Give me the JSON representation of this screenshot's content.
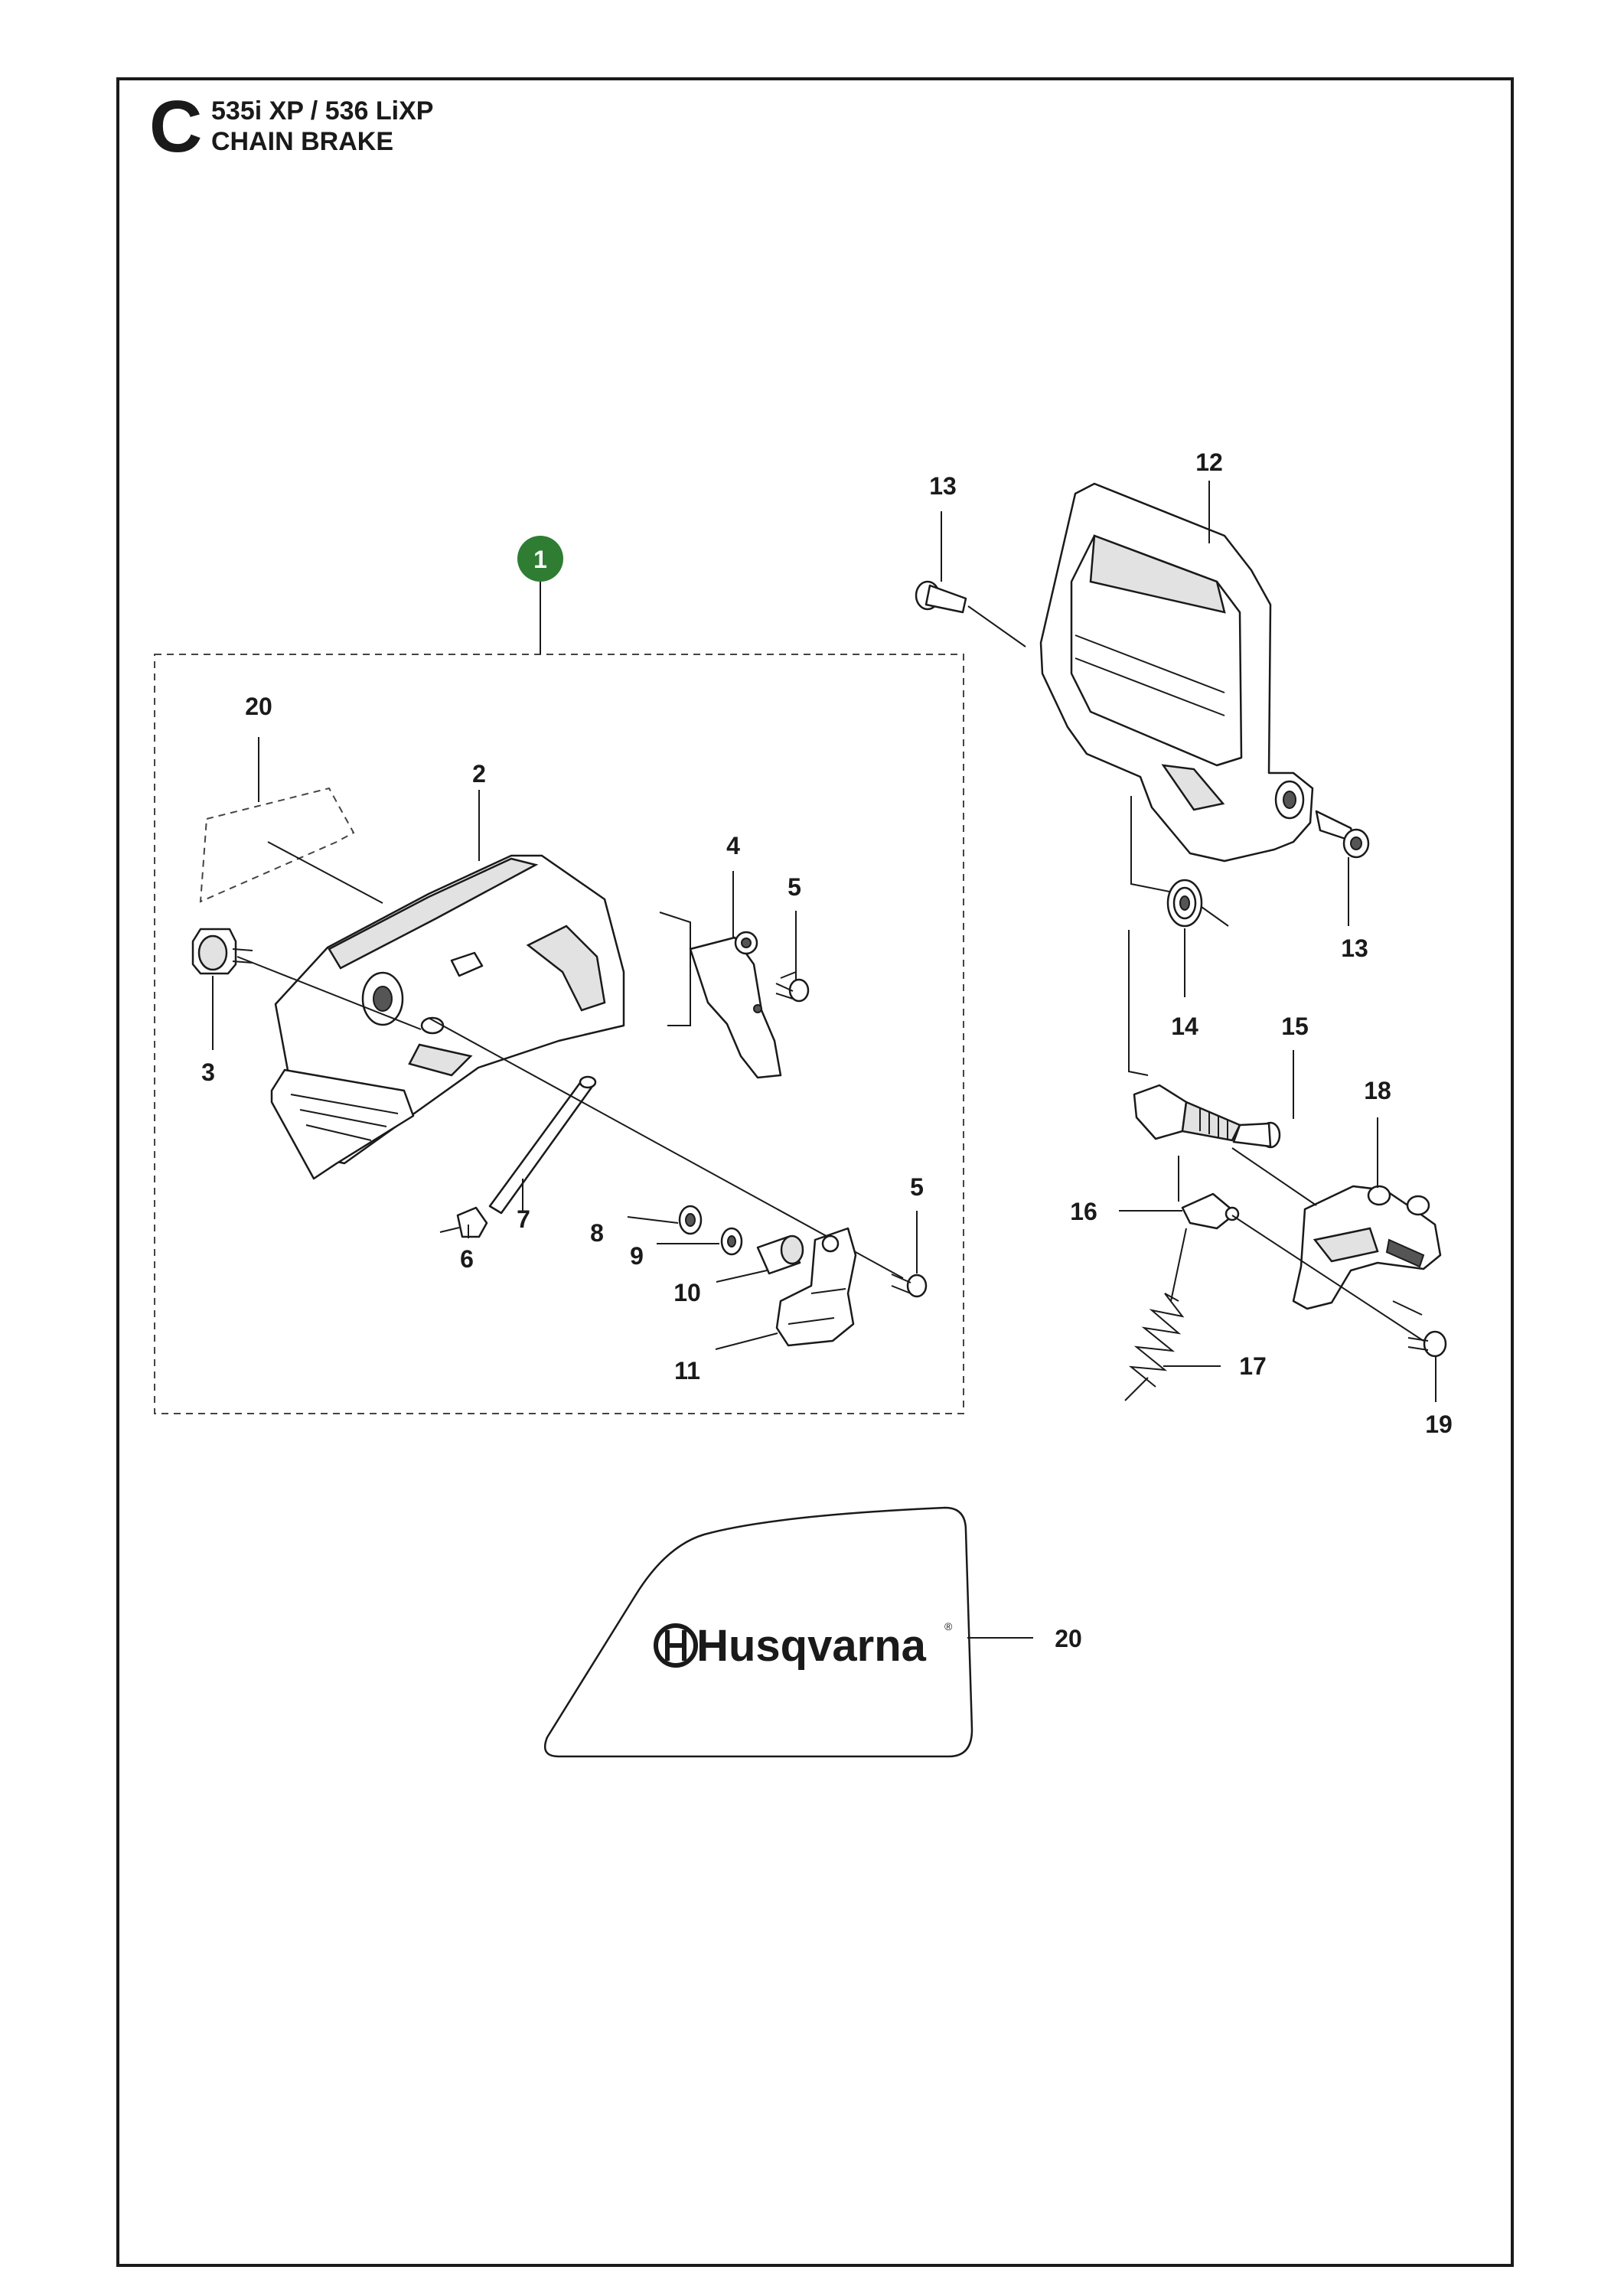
{
  "header": {
    "section_letter": "C",
    "model": "535i XP / 536 LiXP",
    "assembly": "CHAIN BRAKE"
  },
  "kit_badge": "1",
  "callouts": [
    "2",
    "3",
    "4",
    "5",
    "5",
    "6",
    "7",
    "8",
    "9",
    "10",
    "11",
    "12",
    "13",
    "13",
    "14",
    "15",
    "16",
    "17",
    "18",
    "19",
    "20",
    "20"
  ],
  "decal": {
    "brand": "Husqvarna",
    "registered_mark": "®"
  },
  "colors": {
    "kit_badge": "#2e7d32",
    "line": "#1a1a1a"
  }
}
